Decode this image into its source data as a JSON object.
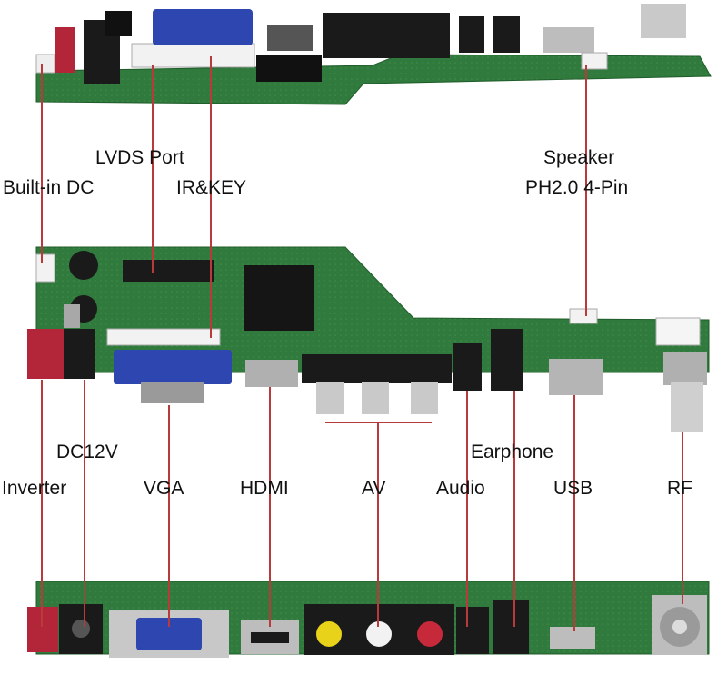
{
  "labels": {
    "lvds_port": "LVDS Port",
    "built_in_dc": "Built-in DC",
    "ir_key": "IR&KEY",
    "speaker_line1": "Speaker",
    "speaker_line2": "PH2.0 4-Pin",
    "dc12v": "DC12V",
    "earphone": "Earphone",
    "inverter": "Inverter",
    "vga": "VGA",
    "hdmi": "HDMI",
    "av": "AV",
    "audio": "Audio",
    "usb": "USB",
    "rf": "RF"
  },
  "colors": {
    "pcb": "#2f7a3c",
    "pcb_dark": "#1f5c2a",
    "leader_line": "#b83a3a",
    "vga_blue": "#2d46b0",
    "metal": "#c9c9c9",
    "connector_black": "#1a1a1a"
  }
}
